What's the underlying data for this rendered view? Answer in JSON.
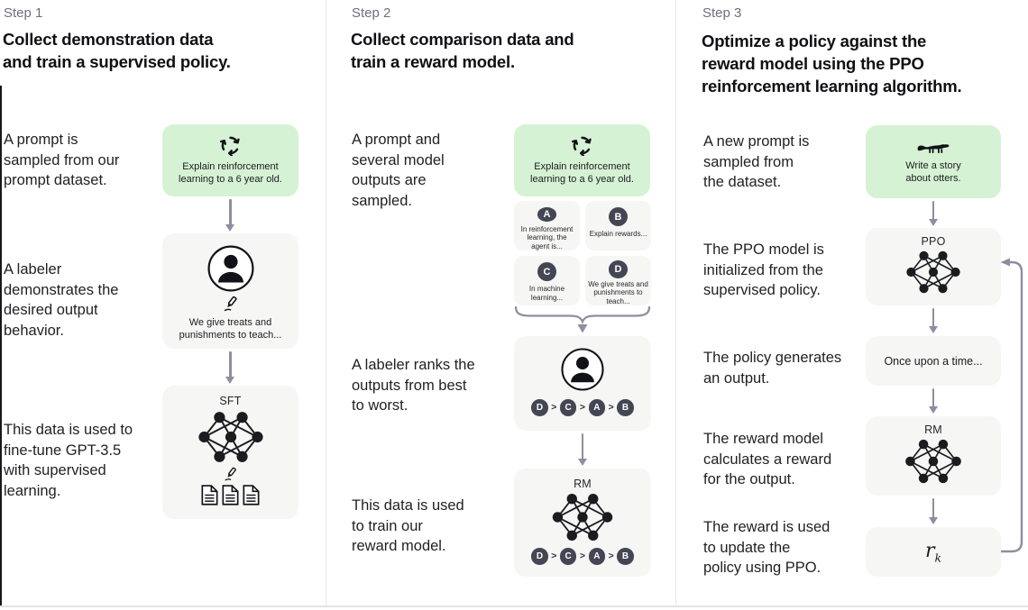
{
  "rank_separator": ">",
  "colors": {
    "accent_green": "#d6f2d4",
    "card_gray": "#f6f6f4",
    "arrow_gray_purple": "#8e8ea0",
    "badge_dark": "#454654",
    "step_label_gray": "#6e6e80",
    "text_dark": "#1f2023",
    "divider_gray": "#e6e6e6"
  },
  "step1": {
    "label": "Step 1",
    "title": [
      "Collect demonstration data",
      "and train a supervised policy."
    ],
    "captions": {
      "prompt": [
        "A prompt is",
        "sampled from our",
        "prompt dataset."
      ],
      "labeler": [
        "A labeler",
        "demonstrates the",
        "desired output",
        "behavior."
      ],
      "finetune": [
        "This data is used to",
        "fine-tune GPT-3.5",
        "with supervised",
        "learning."
      ]
    },
    "prompt_box": {
      "icon": "cycle-icon",
      "text": [
        "Explain reinforcement",
        "learning to a 6 year old."
      ]
    },
    "labeler_box": {
      "icons": [
        "person-icon",
        "pencil-icon"
      ],
      "text": [
        "We give treats and",
        "punishments to teach..."
      ]
    },
    "sft_box": {
      "label": "SFT",
      "icons": [
        "network-icon",
        "pencil-icon",
        "documents-icon"
      ]
    }
  },
  "step2": {
    "label": "Step 2",
    "title": [
      "Collect comparison data and",
      "train a reward model."
    ],
    "captions": {
      "sampled": [
        "A prompt and",
        "several model",
        "outputs are",
        "sampled."
      ],
      "ranks": [
        "A labeler ranks the",
        "outputs from best",
        "to worst."
      ],
      "train": [
        "This data is used",
        "to train our",
        "reward model."
      ]
    },
    "prompt_box": {
      "icon": "cycle-icon",
      "text": [
        "Explain reinforcement",
        "learning to a 6 year old."
      ]
    },
    "outputs": [
      {
        "letter": "A",
        "text": [
          "In reinforcement",
          "learning, the",
          "agent is..."
        ]
      },
      {
        "letter": "B",
        "text": [
          "Explain rewards..."
        ]
      },
      {
        "letter": "C",
        "text": [
          "In machine",
          "learning..."
        ]
      },
      {
        "letter": "D",
        "text": [
          "We give treats and",
          "punishments to",
          "teach..."
        ]
      }
    ],
    "ranking": [
      "D",
      "C",
      "A",
      "B"
    ],
    "rm_box": {
      "label": "RM",
      "icon": "network-icon"
    }
  },
  "step3": {
    "label": "Step 3",
    "title": [
      "Optimize a policy against the",
      "reward model using the PPO",
      "reinforcement learning algorithm."
    ],
    "captions": {
      "new_prompt": [
        "A new prompt is",
        "sampled from",
        "the dataset."
      ],
      "ppo_init": [
        "The PPO model is",
        "initialized from the",
        "supervised policy."
      ],
      "generates": [
        "The policy generates",
        "an output."
      ],
      "reward_calc": [
        "The reward model",
        "calculates a reward",
        "for the output."
      ],
      "update": [
        "The reward is used",
        "to update the",
        "policy using PPO."
      ]
    },
    "prompt_box": {
      "icon": "otter-icon",
      "text": [
        "Write a story",
        "about otters."
      ]
    },
    "ppo_box": {
      "label": "PPO",
      "icon": "network-icon"
    },
    "output_box": {
      "text": "Once upon a time..."
    },
    "rm_box": {
      "label": "RM",
      "icon": "network-icon"
    },
    "reward_box": {
      "symbol": "r",
      "subscript": "k"
    }
  }
}
